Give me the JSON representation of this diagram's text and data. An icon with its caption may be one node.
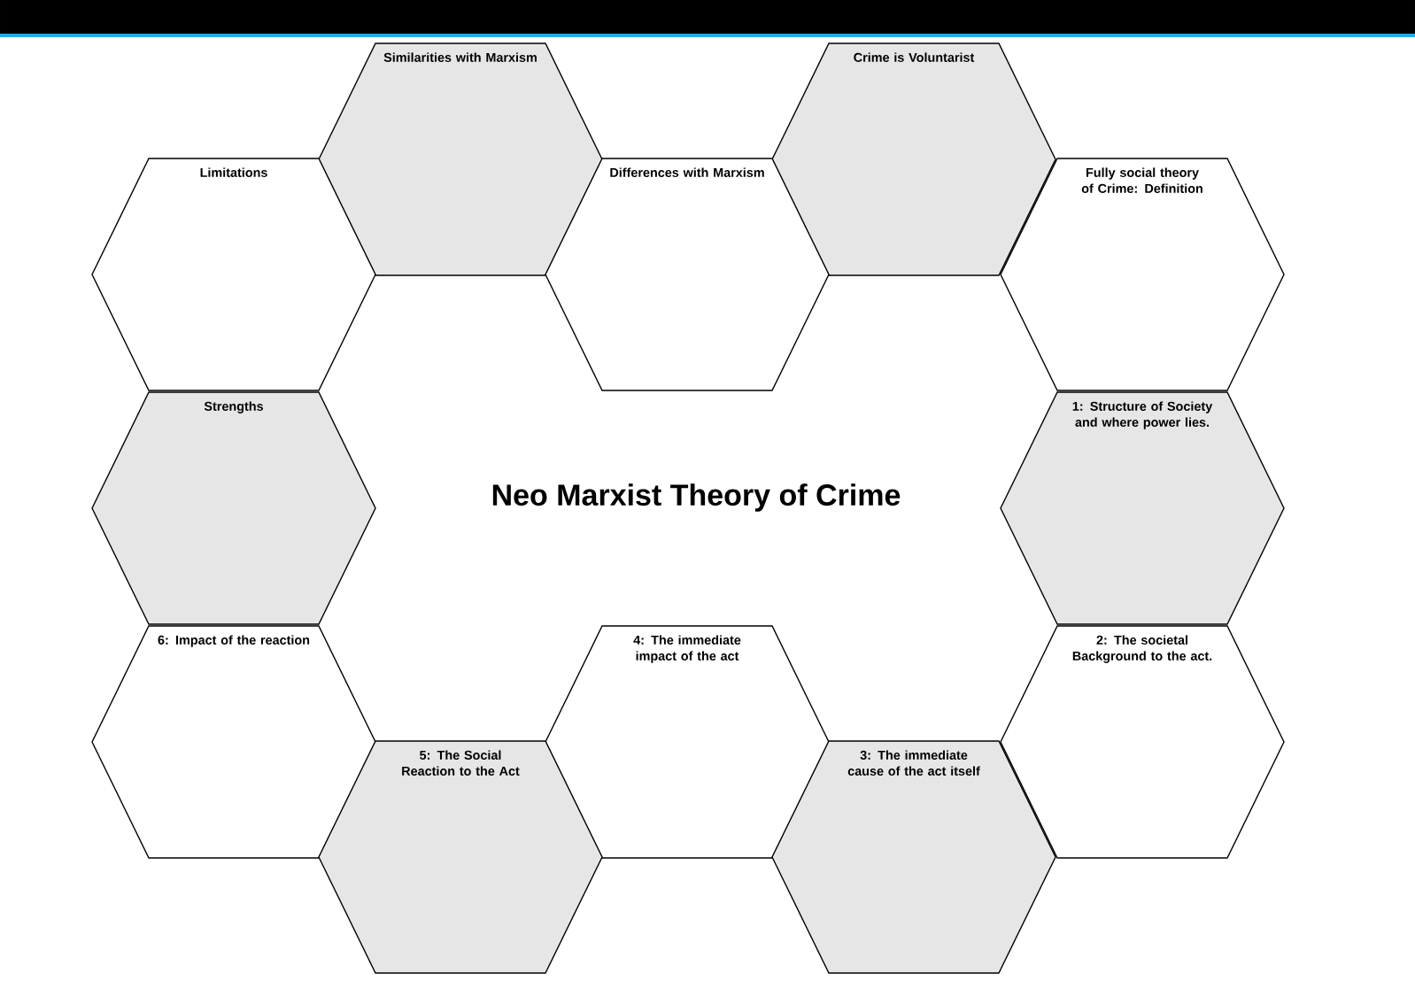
{
  "diagram": {
    "title": "Neo Marxist Theory of Crime",
    "nodes": [
      {
        "text": [
          "Similarities with Marxism"
        ]
      },
      {
        "text": [
          "Crime is Voluntarist"
        ]
      },
      {
        "text": [
          "Limitations"
        ]
      },
      {
        "text": [
          "Differences with Marxism"
        ]
      },
      {
        "text": [
          "Fully social theory of Crime: Definition"
        ]
      },
      {
        "text": [
          "Strengths"
        ]
      },
      {
        "text": [
          "1: Structure of Society and where power lies."
        ]
      },
      {
        "text": [
          "6: Impact of the reaction"
        ]
      },
      {
        "text": [
          "4: The immediate impact of the act"
        ]
      },
      {
        "text": [
          "2: The societal Background to the act."
        ]
      },
      {
        "text": [
          "5: The Social Reaction to the Act"
        ]
      },
      {
        "text": [
          "3: The immediate cause of the act itself"
        ]
      }
    ]
  }
}
